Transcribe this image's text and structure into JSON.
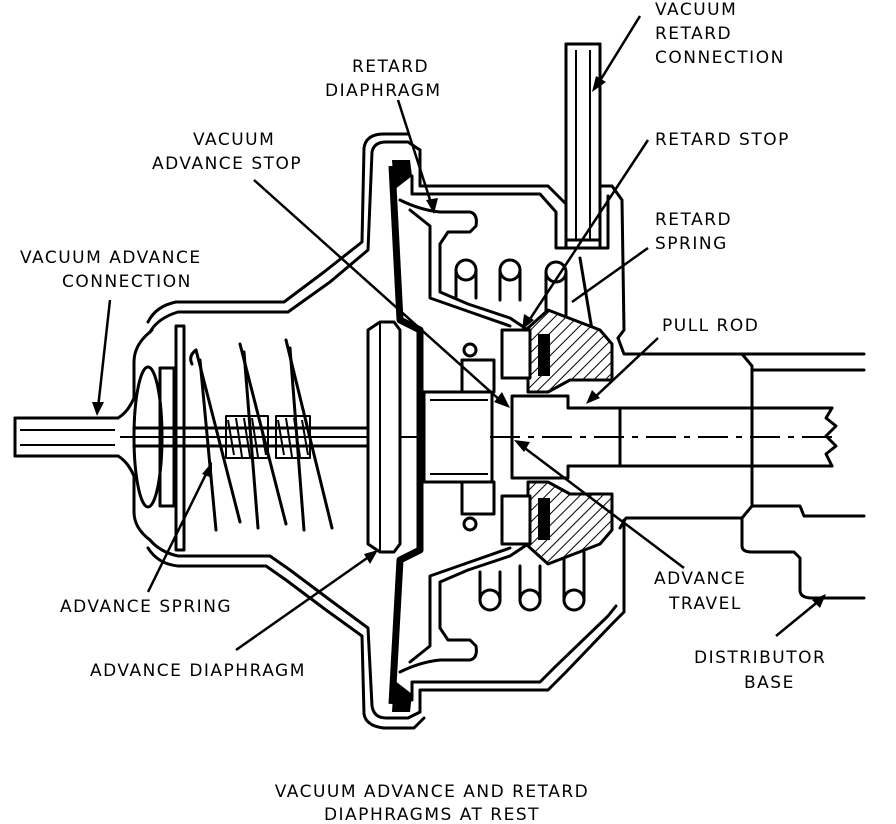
{
  "labels": {
    "vacuum_retard_connection": [
      "VACUUM",
      "RETARD",
      "CONNECTION"
    ],
    "retard_diaphragm": [
      "RETARD",
      "DIAPHRAGM"
    ],
    "vacuum_advance_stop": [
      "VACUUM",
      "ADVANCE STOP"
    ],
    "retard_stop": [
      "RETARD STOP"
    ],
    "retard_spring": [
      "RETARD",
      "SPRING"
    ],
    "vacuum_advance_connection": [
      "VACUUM ADVANCE",
      "CONNECTION"
    ],
    "pull_rod": [
      "PULL ROD"
    ],
    "advance_travel": [
      "ADVANCE",
      "TRAVEL"
    ],
    "advance_spring": [
      "ADVANCE SPRING"
    ],
    "distributor_base": [
      "DISTRIBUTOR",
      "BASE"
    ],
    "advance_diaphragm": [
      "ADVANCE DIAPHRAGM"
    ]
  },
  "caption": [
    "VACUUM ADVANCE AND RETARD",
    "DIAPHRAGMS AT REST"
  ]
}
